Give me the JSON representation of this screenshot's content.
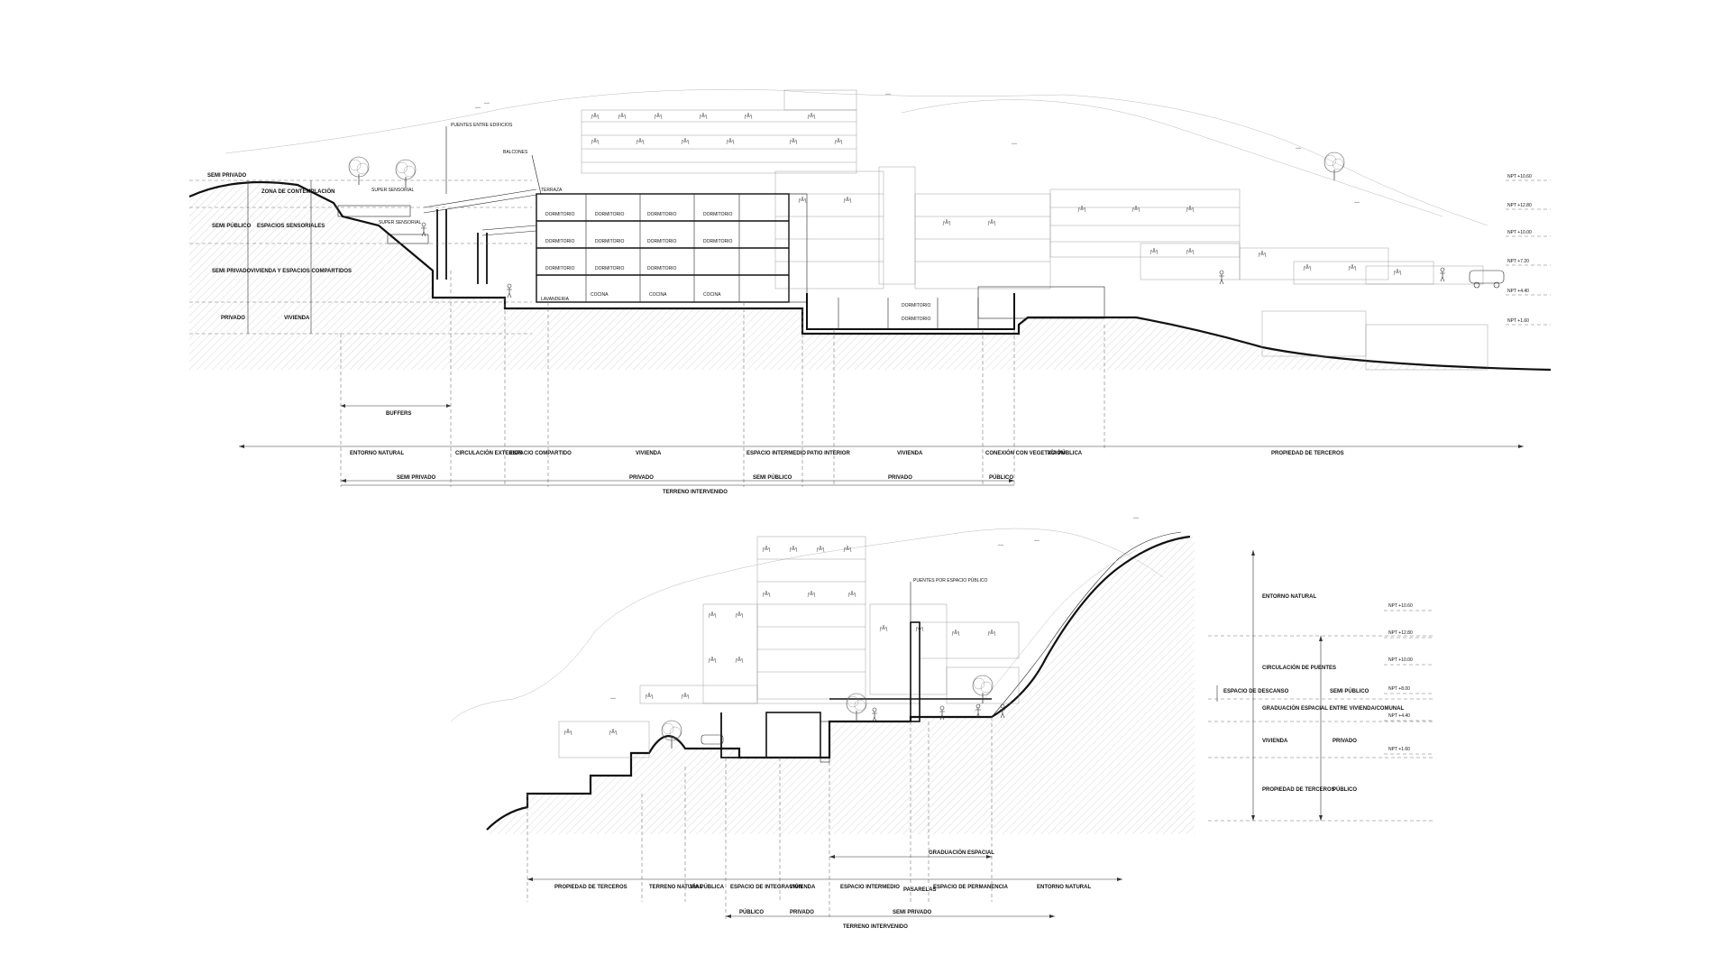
{
  "top": {
    "left_levels": [
      "SEMI PRIVADO",
      "SEMI PÚBLICO",
      "SEMI PRIVADO",
      "PRIVADO"
    ],
    "left_uses": [
      "ZONA DE CONTEMPLACIÓN",
      "ESPACIOS SENSORIALES",
      "VIVIENDA Y ESPACIOS COMPARTIDOS",
      "VIVIENDA"
    ],
    "callouts": [
      "PUENTES ENTRE EDIFICIOS",
      "BALCONES",
      "SUPER SENSORIAL",
      "SUPER SENSORIAL"
    ],
    "rooms": [
      "TERRAZA",
      "DORMITORIO",
      "DORMITORIO",
      "DORMITORIO",
      "DORMITORIO",
      "DORMITORIO",
      "DORMITORIO",
      "DORMITORIO",
      "DORMITORIO",
      "DORMITORIO",
      "DORMITORIO",
      "DORMITORIO",
      "COCINA",
      "COCINA",
      "COCINA",
      "LAVANDERIA",
      "DORMITORIO",
      "DORMITORIO"
    ],
    "npt": [
      "NPT +10.60",
      "NPT +12.80",
      "NPT +10.00",
      "NPT +7.20",
      "NPT +4.40",
      "NPT +1.60"
    ],
    "buffers": "BUFFERS",
    "zones": [
      "ENTORNO NATURAL",
      "CIRCULACIÓN EXTERIOR",
      "ESPACIO COMPARTIDO",
      "VIVIENDA",
      "ESPACIO INTERMEDIO",
      "PATIO INTERIOR",
      "VIVIENDA",
      "CONEXIÓN CON VEGETACIÓN",
      "VÍA PÚBLICA",
      "PROPIEDAD DE TERCEROS"
    ],
    "privacy": [
      "SEMI PRIVADO",
      "PRIVADO",
      "SEMI PÚBLICO",
      "PRIVADO",
      "PÚBLICO"
    ],
    "terrain": "TERRENO INTERVENIDO"
  },
  "bottom": {
    "callout": "PUENTES POR ESPACIO PÚBLICO",
    "right_uses": [
      "ENTORNO NATURAL",
      "CIRCULACIÓN DE PUENTES",
      "ESPACIO DE DESCANSO",
      "GRADUACIÓN ESPACIAL ENTRE VIVIENDA/COMUNAL",
      "VIVIENDA",
      "PROPIEDAD DE TERCEROS"
    ],
    "right_privacy": [
      "SEMI PÚBLICO",
      "PRIVADO",
      "PÚBLICO"
    ],
    "npt": [
      "NPT +10.60",
      "NPT +12.80",
      "NPT +10.00",
      "NPT +8.00",
      "NPT +4.40",
      "NPT +1.60"
    ],
    "graduation": "GRADUACIÓN ESPACIAL",
    "zones": [
      "PROPIEDAD DE TERCEROS",
      "TERRENO NATURAL",
      "VÍA PÚBLICA",
      "ESPACIO DE INTEGRACIÓN",
      "VIVIENDA",
      "ESPACIO INTERMEDIO",
      "PASARELAS",
      "ESPACIO DE PERMANENCIA",
      "ENTORNO NATURAL"
    ],
    "privacy": [
      "PÚBLICO",
      "PRIVADO",
      "SEMI PRIVADO"
    ],
    "terrain": "TERRENO INTERVENIDO"
  },
  "icons": [
    "tree-icon",
    "person-icon",
    "bird-icon",
    "car-icon"
  ],
  "colors": {
    "line": "#111111",
    "hatch": "#cccccc",
    "background": "#ffffff"
  }
}
